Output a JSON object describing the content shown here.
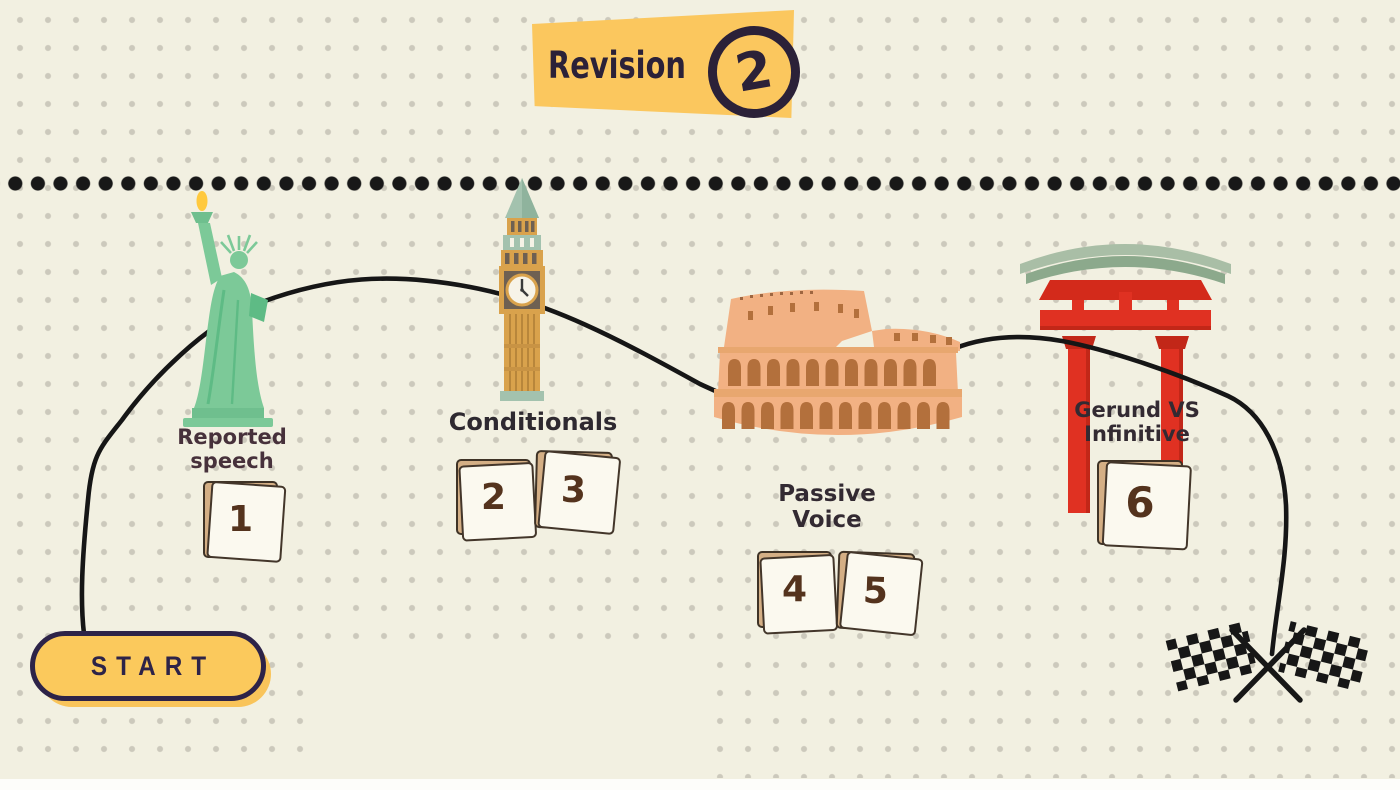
{
  "banner": {
    "title": "Revision",
    "number": "2"
  },
  "route": {
    "start_label": "START"
  },
  "stations": [
    {
      "name": "reported-speech",
      "landmark": "statue-of-liberty",
      "label_lines": [
        "Reported",
        "speech"
      ],
      "cards": [
        {
          "value": "1"
        }
      ]
    },
    {
      "name": "conditionals",
      "landmark": "big-ben-clock-tower",
      "label_lines": [
        "Conditionals",
        ""
      ],
      "cards": [
        {
          "value": "2"
        },
        {
          "value": "3"
        }
      ]
    },
    {
      "name": "passive-voice",
      "landmark": "colosseum",
      "label_lines": [
        "Passive",
        "Voice"
      ],
      "cards": [
        {
          "value": "4"
        },
        {
          "value": "5"
        }
      ]
    },
    {
      "name": "gerund-vs-infinitive",
      "landmark": "torii-gate",
      "label_lines": [
        "Gerund VS",
        "Infinitive"
      ],
      "cards": [
        {
          "value": "6"
        }
      ]
    }
  ],
  "finish": {
    "icon": "checkered-finish-flags"
  },
  "colors": {
    "background": "#F2F0E1",
    "grid_dot": "#CCC9BC",
    "ink": "#2B2138",
    "accent_yellow": "#FBC75E",
    "card_tan": "#D4AF85",
    "card_number_brown": "#54331D",
    "route_black": "#161616",
    "statue_green": "#7CC998",
    "bigben_gold": "#D9A24C",
    "bigben_teal": "#A3C2AE",
    "colosseum_peach": "#F2B183",
    "torii_red": "#E03122",
    "torii_roof_sage": "#A9BEA6"
  }
}
